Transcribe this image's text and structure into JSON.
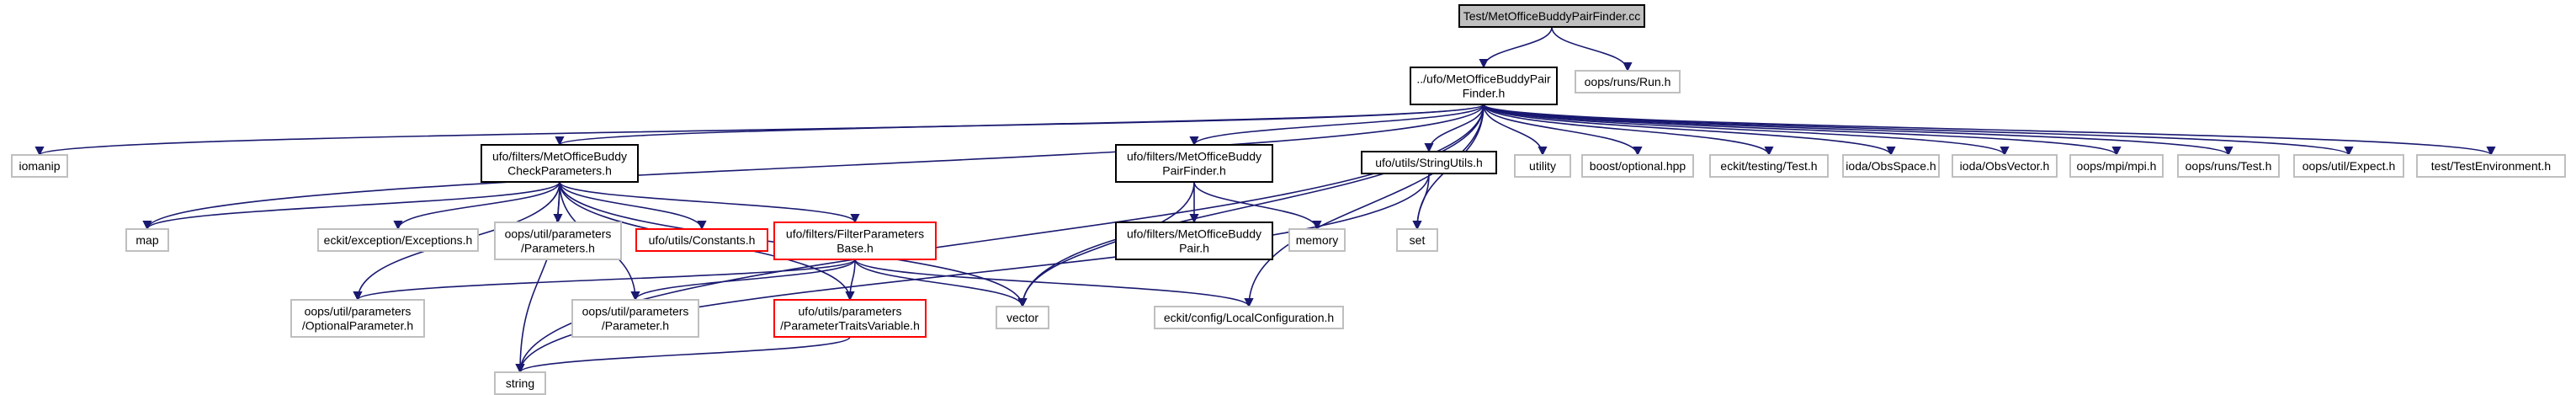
{
  "colors": {
    "edge": "#191970",
    "root_fill": "#bfbfbf",
    "root_border": "#000000",
    "local_border": "#000000",
    "external_border": "#bfbfbf",
    "red_border": "#ff0000",
    "text": "#000000"
  },
  "nodes": [
    {
      "id": "root",
      "style": "root",
      "lines": [
        "Test/MetOfficeBuddyPairFinder.cc"
      ]
    },
    {
      "id": "mobpf_h",
      "style": "local",
      "lines": [
        "../ufo/MetOfficeBuddyPair",
        "Finder.h"
      ]
    },
    {
      "id": "run_h",
      "style": "external",
      "lines": [
        "oops/runs/Run.h"
      ]
    },
    {
      "id": "iomanip",
      "style": "external",
      "lines": [
        "iomanip"
      ]
    },
    {
      "id": "mobcp_h",
      "style": "local",
      "lines": [
        "ufo/filters/MetOfficeBuddy",
        "CheckParameters.h"
      ]
    },
    {
      "id": "filt_mobpf_h",
      "style": "local",
      "lines": [
        "ufo/filters/MetOfficeBuddy",
        "PairFinder.h"
      ]
    },
    {
      "id": "stringutils_h",
      "style": "local",
      "lines": [
        "ufo/utils/StringUtils.h"
      ]
    },
    {
      "id": "utility",
      "style": "external",
      "lines": [
        "utility"
      ]
    },
    {
      "id": "optional_hpp",
      "style": "external",
      "lines": [
        "boost/optional.hpp"
      ]
    },
    {
      "id": "testing_test_h",
      "style": "external",
      "lines": [
        "eckit/testing/Test.h"
      ]
    },
    {
      "id": "obsspace_h",
      "style": "external",
      "lines": [
        "ioda/ObsSpace.h"
      ]
    },
    {
      "id": "obsvector_h",
      "style": "external",
      "lines": [
        "ioda/ObsVector.h"
      ]
    },
    {
      "id": "mpi_h",
      "style": "external",
      "lines": [
        "oops/mpi/mpi.h"
      ]
    },
    {
      "id": "runs_test_h",
      "style": "external",
      "lines": [
        "oops/runs/Test.h"
      ]
    },
    {
      "id": "expect_h",
      "style": "external",
      "lines": [
        "oops/util/Expect.h"
      ]
    },
    {
      "id": "testenv_h",
      "style": "external",
      "lines": [
        "test/TestEnvironment.h"
      ]
    },
    {
      "id": "map",
      "style": "external",
      "lines": [
        "map"
      ]
    },
    {
      "id": "exceptions_h",
      "style": "external",
      "lines": [
        "eckit/exception/Exceptions.h"
      ]
    },
    {
      "id": "params_h",
      "style": "external",
      "lines": [
        "oops/util/parameters",
        "/Parameters.h"
      ]
    },
    {
      "id": "constants_h",
      "style": "red",
      "lines": [
        "ufo/utils/Constants.h"
      ]
    },
    {
      "id": "fpbase_h",
      "style": "red",
      "lines": [
        "ufo/filters/FilterParameters",
        "Base.h"
      ]
    },
    {
      "id": "memory",
      "style": "external",
      "lines": [
        "memory"
      ]
    },
    {
      "id": "mobpair_h",
      "style": "local",
      "lines": [
        "ufo/filters/MetOfficeBuddy",
        "Pair.h"
      ]
    },
    {
      "id": "set",
      "style": "external",
      "lines": [
        "set"
      ]
    },
    {
      "id": "optparam_h",
      "style": "external",
      "lines": [
        "oops/util/parameters",
        "/OptionalParameter.h"
      ]
    },
    {
      "id": "param_h",
      "style": "external",
      "lines": [
        "oops/util/parameters",
        "/Parameter.h"
      ]
    },
    {
      "id": "ptv_h",
      "style": "red",
      "lines": [
        "ufo/utils/parameters",
        "/ParameterTraitsVariable.h"
      ]
    },
    {
      "id": "vector",
      "style": "external",
      "lines": [
        "vector"
      ]
    },
    {
      "id": "localconf_h",
      "style": "external",
      "lines": [
        "eckit/config/LocalConfiguration.h"
      ]
    },
    {
      "id": "string",
      "style": "external",
      "lines": [
        "string"
      ]
    }
  ],
  "edges": [
    [
      "root",
      "mobpf_h"
    ],
    [
      "root",
      "run_h"
    ],
    [
      "mobpf_h",
      "iomanip"
    ],
    [
      "mobpf_h",
      "map"
    ],
    [
      "mobpf_h",
      "string"
    ],
    [
      "mobpf_h",
      "mobcp_h"
    ],
    [
      "mobpf_h",
      "vector"
    ],
    [
      "mobpf_h",
      "filt_mobpf_h"
    ],
    [
      "mobpf_h",
      "stringutils_h"
    ],
    [
      "mobpf_h",
      "set"
    ],
    [
      "mobpf_h",
      "localconf_h"
    ],
    [
      "mobpf_h",
      "utility"
    ],
    [
      "mobpf_h",
      "optional_hpp"
    ],
    [
      "mobpf_h",
      "testing_test_h"
    ],
    [
      "mobpf_h",
      "obsspace_h"
    ],
    [
      "mobpf_h",
      "obsvector_h"
    ],
    [
      "mobpf_h",
      "mpi_h"
    ],
    [
      "mobpf_h",
      "runs_test_h"
    ],
    [
      "mobpf_h",
      "expect_h"
    ],
    [
      "mobpf_h",
      "testenv_h"
    ],
    [
      "mobcp_h",
      "map"
    ],
    [
      "mobcp_h",
      "exceptions_h"
    ],
    [
      "mobcp_h",
      "params_h"
    ],
    [
      "mobcp_h",
      "constants_h"
    ],
    [
      "mobcp_h",
      "fpbase_h"
    ],
    [
      "mobcp_h",
      "optparam_h"
    ],
    [
      "mobcp_h",
      "param_h"
    ],
    [
      "mobcp_h",
      "ptv_h"
    ],
    [
      "mobcp_h",
      "string"
    ],
    [
      "mobcp_h",
      "vector"
    ],
    [
      "fpbase_h",
      "optparam_h"
    ],
    [
      "fpbase_h",
      "param_h"
    ],
    [
      "fpbase_h",
      "ptv_h"
    ],
    [
      "fpbase_h",
      "vector"
    ],
    [
      "fpbase_h",
      "localconf_h"
    ],
    [
      "ptv_h",
      "string"
    ],
    [
      "filt_mobpf_h",
      "mobpair_h"
    ],
    [
      "filt_mobpf_h",
      "memory"
    ],
    [
      "filt_mobpf_h",
      "vector"
    ],
    [
      "stringutils_h",
      "set"
    ],
    [
      "stringutils_h",
      "string"
    ]
  ]
}
